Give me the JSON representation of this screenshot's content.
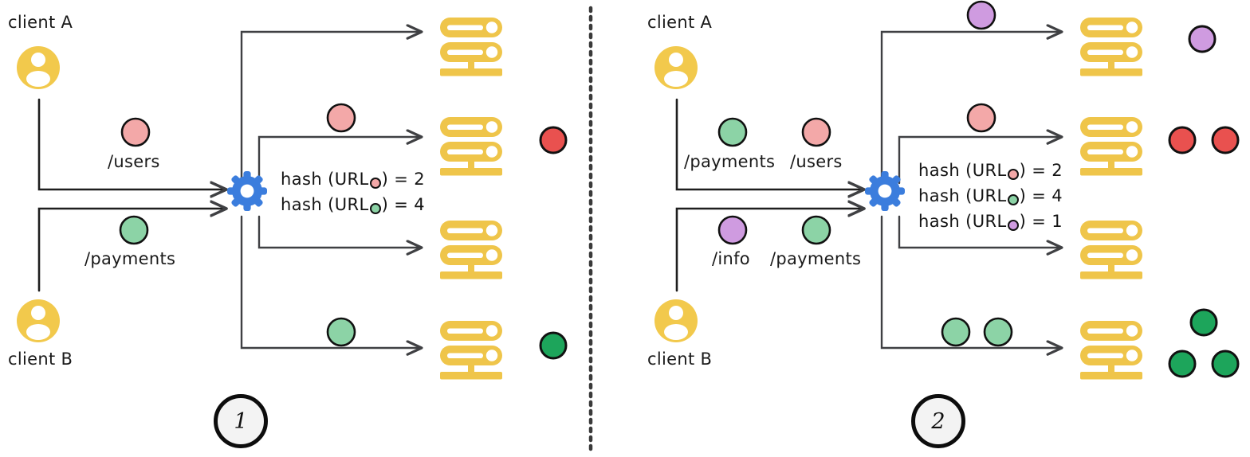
{
  "colors": {
    "client_yellow": "#f2c94c",
    "server_yellow": "#efc54a",
    "gear_blue": "#3b7ddd",
    "arrow_gray": "#3f4043",
    "pink": "#f3a8a8",
    "green_light": "#8cd3a6",
    "purple": "#cf9be0",
    "red_solid": "#e9514f",
    "green_solid": "#1da55b",
    "divider": "#3a3a3a",
    "outline": "#111111"
  },
  "panels": [
    {
      "step": "1",
      "clients": [
        {
          "label": "client A",
          "label_position": "above"
        },
        {
          "label": "client B",
          "label_position": "below"
        }
      ],
      "requests": [
        {
          "route": "/users",
          "color_name": "pink"
        },
        {
          "route": "/payments",
          "color_name": "green_light"
        }
      ],
      "balancer": {
        "icon": "gear-icon"
      },
      "hash_rules": [
        {
          "text_before": "hash (URL",
          "dot_color_name": "pink",
          "text_after": ") = 2",
          "value": "2"
        },
        {
          "text_before": "hash (URL",
          "dot_color_name": "green_light",
          "text_after": ") = 4",
          "value": "4"
        }
      ],
      "servers": [
        {
          "index": 1,
          "inflight": [],
          "stored": []
        },
        {
          "index": 2,
          "inflight": [
            "pink"
          ],
          "stored": [
            "red_solid"
          ]
        },
        {
          "index": 3,
          "inflight": [],
          "stored": []
        },
        {
          "index": 4,
          "inflight": [
            "green_light"
          ],
          "stored": [
            "green_solid"
          ]
        }
      ]
    },
    {
      "step": "2",
      "clients": [
        {
          "label": "client A",
          "label_position": "above"
        },
        {
          "label": "client B",
          "label_position": "below"
        }
      ],
      "requests": [
        {
          "route": "/payments",
          "color_name": "green_light"
        },
        {
          "route": "/users",
          "color_name": "pink"
        },
        {
          "route": "/info",
          "color_name": "purple"
        },
        {
          "route": "/payments",
          "color_name": "green_light"
        }
      ],
      "balancer": {
        "icon": "gear-icon"
      },
      "hash_rules": [
        {
          "text_before": "hash (URL",
          "dot_color_name": "pink",
          "text_after": ") = 2",
          "value": "2"
        },
        {
          "text_before": "hash (URL",
          "dot_color_name": "green_light",
          "text_after": ") = 4",
          "value": "4"
        },
        {
          "text_before": "hash (URL",
          "dot_color_name": "purple",
          "text_after": ") = 1",
          "value": "1"
        }
      ],
      "servers": [
        {
          "index": 1,
          "inflight": [
            "purple"
          ],
          "stored": [
            "purple"
          ]
        },
        {
          "index": 2,
          "inflight": [
            "pink"
          ],
          "stored": [
            "red_solid",
            "red_solid"
          ]
        },
        {
          "index": 3,
          "inflight": [],
          "stored": []
        },
        {
          "index": 4,
          "inflight": [
            "green_light",
            "green_light"
          ],
          "stored": [
            "green_solid",
            "green_solid",
            "green_solid"
          ]
        }
      ]
    }
  ],
  "divider": {
    "style": "dotted-vertical"
  }
}
